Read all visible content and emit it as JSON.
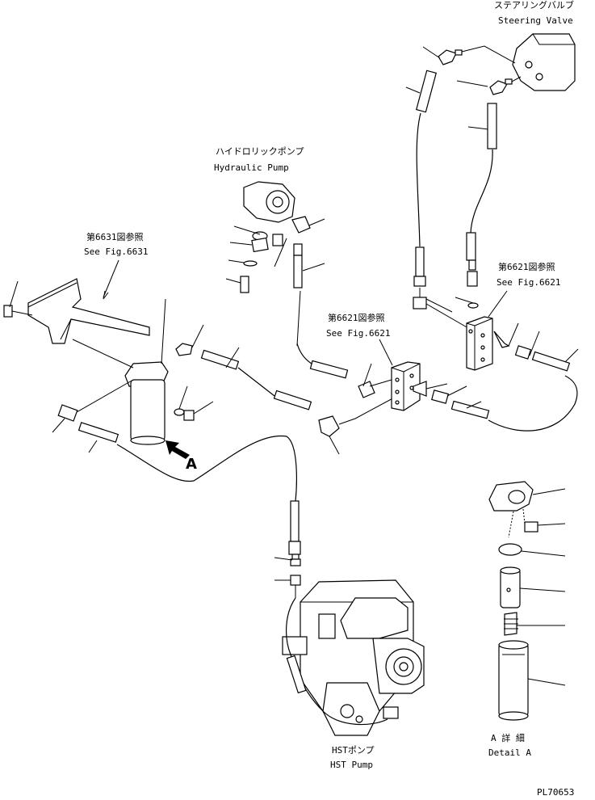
{
  "labels": {
    "steering_valve_jp": "ステアリングバルブ",
    "steering_valve_en": "Steering Valve",
    "hydraulic_pump_jp": "ハイドロリックポンプ",
    "hydraulic_pump_en": "Hydraulic Pump",
    "fig6631_jp": "第6631図参照",
    "fig6631_en": "See Fig.6631",
    "fig6621a_jp": "第6621図参照",
    "fig6621a_en": "See Fig.6621",
    "fig6621b_jp": "第6621図参照",
    "fig6621b_en": "See Fig.6621",
    "view_a": "A",
    "hst_pump_jp": "HSTポンプ",
    "hst_pump_en": "HST Pump",
    "detail_a_jp": "A 詳 細",
    "detail_a_en": "Detail A",
    "drawing_no": "PL70653"
  }
}
